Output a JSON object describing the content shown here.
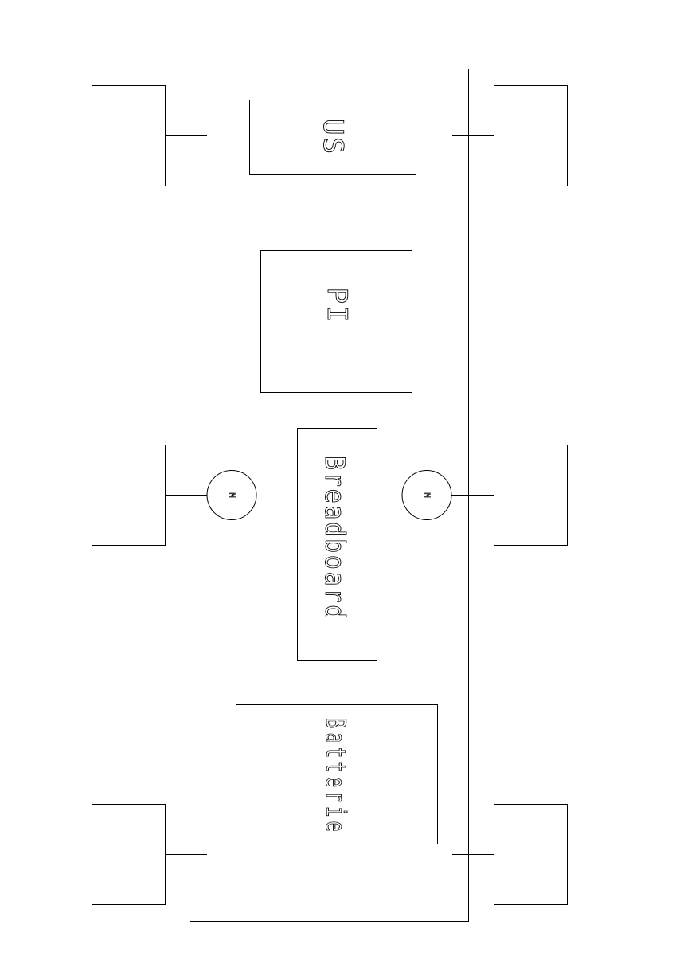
{
  "diagram": {
    "labels": {
      "us": "US",
      "pi": "PI",
      "breadboard": "Breadboard",
      "batterie": "Batterie",
      "motor_left": "M",
      "motor_right": "M"
    },
    "colors": {
      "stroke": "#000000",
      "background": "#ffffff"
    }
  }
}
